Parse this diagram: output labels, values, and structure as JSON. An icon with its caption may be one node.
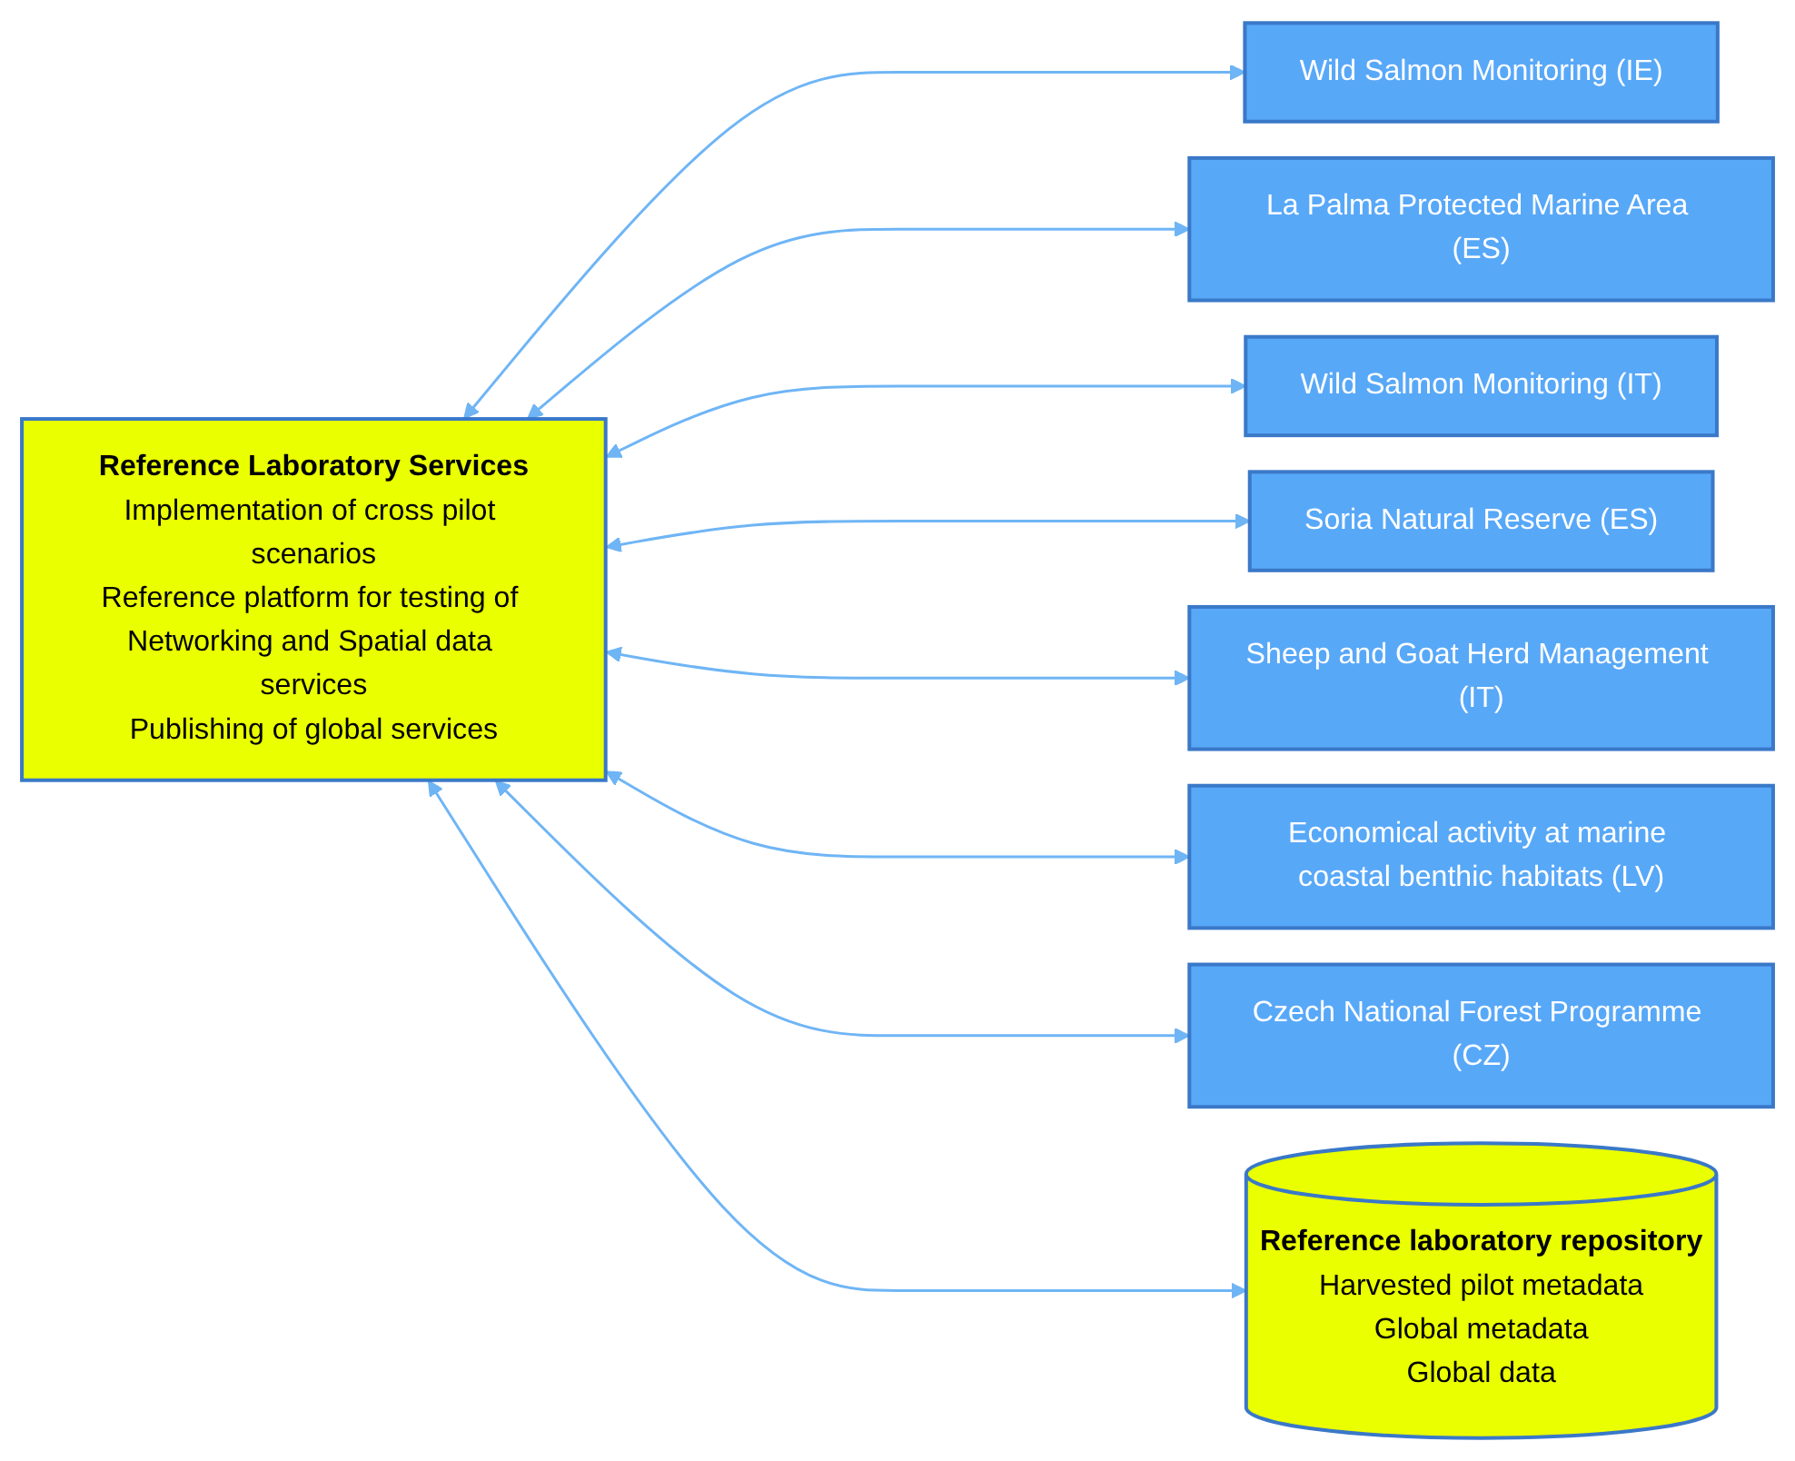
{
  "diagram": {
    "nodes": [
      {
        "text": [
          "Reference Laboratory Services",
          "Implementation of cross pilot scenarios",
          "Reference platform for testing of Networking and Spatial data services",
          "Publishing of global services"
        ]
      },
      {
        "text": [
          "Wild Salmon Monitoring (IE)"
        ]
      },
      {
        "text": [
          "La Palma Protected Marine Area (ES)"
        ]
      },
      {
        "text": [
          "Wild Salmon Monitoring (IT)"
        ]
      },
      {
        "text": [
          "Soria Natural Reserve (ES)"
        ]
      },
      {
        "text": [
          "Sheep and Goat Herd Management (IT)"
        ]
      },
      {
        "text": [
          "Economical activity at marine coastal benthic habitats (LV)"
        ]
      },
      {
        "text": [
          "Czech National Forest Programme (CZ)"
        ]
      },
      {
        "text": [
          "Reference laboratory repository",
          "Harvested pilot metadata",
          "Global metadata",
          "Global data"
        ]
      }
    ],
    "edges": [
      {
        "from": 0,
        "to": 1,
        "arrow": "both"
      },
      {
        "from": 0,
        "to": 2,
        "arrow": "both"
      },
      {
        "from": 0,
        "to": 3,
        "arrow": "both"
      },
      {
        "from": 0,
        "to": 4,
        "arrow": "both"
      },
      {
        "from": 0,
        "to": 5,
        "arrow": "both"
      },
      {
        "from": 0,
        "to": 6,
        "arrow": "both"
      },
      {
        "from": 0,
        "to": 7,
        "arrow": "both"
      },
      {
        "from": 0,
        "to": 8,
        "arrow": "both"
      }
    ]
  }
}
